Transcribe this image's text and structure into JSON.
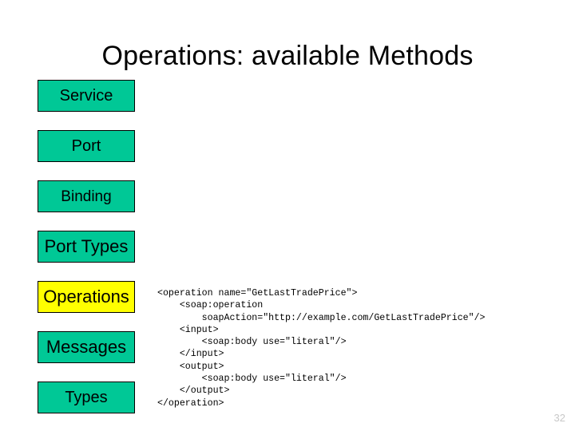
{
  "slide": {
    "title": "Operations: available Methods",
    "page_number": "32",
    "background_color": "#ffffff"
  },
  "colors": {
    "box_fill": "#00c896",
    "box_highlight_fill": "#ffff00",
    "box_border": "#000000",
    "text": "#000000",
    "page_number": "#c8c8c8"
  },
  "wsdl_stack": {
    "items": [
      {
        "label": "Service",
        "highlighted": false
      },
      {
        "label": "Port",
        "highlighted": false
      },
      {
        "label": "Binding",
        "highlighted": false
      },
      {
        "label": "Port Types",
        "highlighted": false
      },
      {
        "label": "Operations",
        "highlighted": true
      },
      {
        "label": "Messages",
        "highlighted": false
      },
      {
        "label": "Types",
        "highlighted": false
      }
    ]
  },
  "code": {
    "language": "xml",
    "lines": [
      "<operation name=\"GetLastTradePrice\">",
      "    <soap:operation",
      "        soapAction=\"http://example.com/GetLastTradePrice\"/>",
      "    <input>",
      "        <soap:body use=\"literal\"/>",
      "    </input>",
      "    <output>",
      "        <soap:body use=\"literal\"/>",
      "    </output>",
      "</operation>"
    ],
    "text": "<operation name=\"GetLastTradePrice\">\n    <soap:operation\n        soapAction=\"http://example.com/GetLastTradePrice\"/>\n    <input>\n        <soap:body use=\"literal\"/>\n    </input>\n    <output>\n        <soap:body use=\"literal\"/>\n    </output>\n</operation>"
  }
}
